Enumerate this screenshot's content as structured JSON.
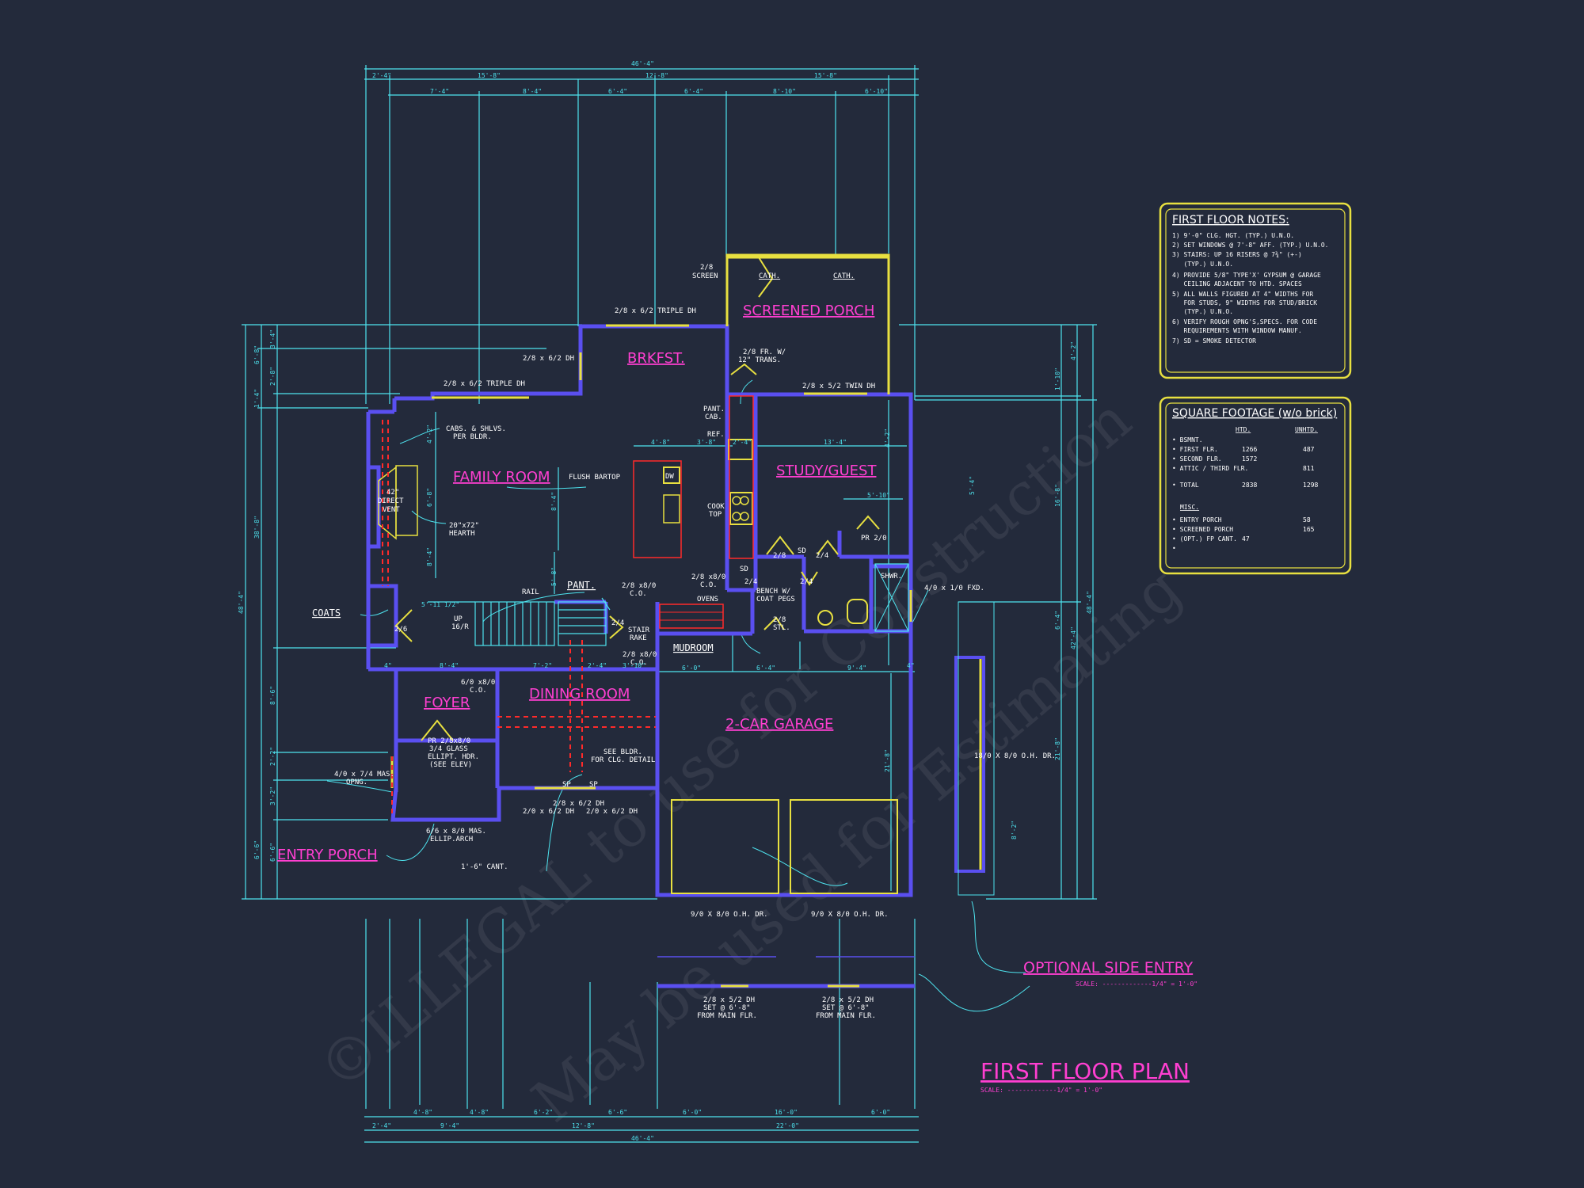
{
  "title": "FIRST FLOOR PLAN",
  "title_scale": "SCALE: -------------1/4\" = 1'-0\"",
  "side_entry": {
    "label": "OPTIONAL SIDE ENTRY",
    "scale": "SCALE: -------------1/4\" = 1'-0\""
  },
  "watermark": [
    "©ILLEGAL to use for Construction",
    "May be used for Estimating"
  ],
  "rooms": {
    "screened_porch": "SCREENED PORCH",
    "brkfst": "BRKFST.",
    "family_room": "FAMILY ROOM",
    "study_guest": "STUDY/GUEST",
    "foyer": "FOYER",
    "dining_room": "DINING ROOM",
    "garage": "2-CAR GARAGE",
    "entry_porch": "ENTRY PORCH",
    "mudroom": "MUDROOM",
    "pant": "PANT.",
    "coats": "COATS"
  },
  "labels": {
    "triple_dh_top": "2/8 x 6/2 TRIPLE DH",
    "dh_left": "2/8 x 6/2 DH",
    "triple_dh_left": "2/8 x 6/2 TRIPLE DH",
    "twin_dh": "2/8 x 5/2 TWIN DH",
    "screen": [
      "2/8",
      "SCREEN"
    ],
    "cath1": "CATH.",
    "cath2": "CATH.",
    "fr_trans": [
      "2/8 FR. W/",
      "12\" TRANS."
    ],
    "pant_cab": [
      "PANT.",
      "CAB."
    ],
    "ref": "REF.",
    "dw": "DW",
    "cook_top": [
      "COOK",
      "TOP"
    ],
    "flush_bartop": "FLUSH BARTOP",
    "cabs": [
      "CABS. & SHLVS.",
      "PER BLDR."
    ],
    "direct_vent": [
      "42\"",
      "DIRECT",
      "VENT"
    ],
    "hearth": [
      "20\"x72\"",
      "HEARTH"
    ],
    "rail": "RAIL",
    "up": [
      "UP",
      "16/R"
    ],
    "co_pant": [
      "2/8 x8/0",
      "C.O."
    ],
    "co_oven": [
      "2/8 x8/0",
      "C.O."
    ],
    "ovens": "OVENS",
    "stair_rake": [
      "STAIR",
      "RAKE"
    ],
    "co_stair": [
      "2/8 x8/0",
      "C.O."
    ],
    "bench": [
      "BENCH W/",
      "COAT PEGS"
    ],
    "stl": [
      "2/8",
      "STL."
    ],
    "d_24a": "2/4",
    "d_24b": "2/4",
    "d_24c": "2/4",
    "d_24d": "2/4",
    "d_28": "2/8",
    "d_26": "2/6",
    "sd": "SD",
    "sd2": "SD",
    "pr_20": "PR 2/0",
    "shwr": "SHWR.",
    "fxd": "4/0 x 1/0 FXD.",
    "co_foyer": [
      "6/0 x8/0",
      "C.O."
    ],
    "pr_door": [
      "PR 2/8x8/0",
      "3/4 GLASS",
      "ELLIPT. HDR.",
      "(SEE ELEV)"
    ],
    "mas_opng": [
      "4/0 x 7/4 MAS.",
      "OPNG."
    ],
    "ellip_arch": [
      "6/6 x 8/0 MAS.",
      "ELLIP.ARCH"
    ],
    "cant": "1'-6\" CANT.",
    "see_bldr": [
      "SEE BLDR.",
      "FOR CLG. DETAIL"
    ],
    "dh_dining": "2/8 x 6/2 DH",
    "dh_dining_l": "2/0 x 6/2 DH",
    "dh_dining_r": "2/0 x 6/2 DH",
    "sp1": "SP",
    "sp2": "SP",
    "ohdr1": "9/0 X 8/0 O.H. DR.",
    "ohdr2": "9/0 X 8/0 O.H. DR.",
    "ohdr_side": "18/0 X 8/0 O.H. DR.",
    "set_dh1": [
      "2/8 x 5/2 DH",
      "SET @ 6'-8\"",
      "FROM MAIN FLR."
    ],
    "set_dh2": [
      "2/8 x 5/2 DH",
      "SET @ 6'-8\"",
      "FROM MAIN FLR."
    ]
  },
  "dimensions": {
    "top_overall": "46'-4\"",
    "top_row2": [
      "2'-4\"",
      "15'-8\"",
      "12'-8\"",
      "15'-8\""
    ],
    "top_row3": [
      "7'-4\"",
      "8'-4\"",
      "6'-4\"",
      "6'-4\"",
      "8'-10\"",
      "6'-10\""
    ],
    "bottom_overall": "46'-4\"",
    "bottom_row2": [
      "2'-4\"",
      "9'-4\"",
      "12'-8\"",
      "22'-0\""
    ],
    "bottom_row3": [
      "4'-8\"",
      "4'-8\"",
      "6'-2\"",
      "6'-6\"",
      "6'-0\"",
      "16'-0\"",
      "6'-0\""
    ],
    "left_overall": "48'-4\"",
    "left_row2": [
      "6'-8\"",
      "38'-8\"",
      "6'-6\""
    ],
    "left_row3": [
      "3'-4\"",
      "2'-8\"",
      "1'-4\"",
      "8'-6\"",
      "2'-2\"",
      "3'-2\"",
      "6'-6\""
    ],
    "right_overall": "48'-4\"",
    "right_row2": [
      "4'-2\"",
      "42'-4\""
    ],
    "right_row3": [
      "1'-10\"",
      "16'-8\"",
      "6'-4\"",
      "21'-8\""
    ],
    "interior": {
      "k1": "4'-8\"",
      "k2": "3'-8\"",
      "k3": "2'-4\"",
      "k4": "13'-4\"",
      "stu": "5'-10\"",
      "fr1": "4'-2\"",
      "fr2": "4'-2\"",
      "fr3": "6'-8\"",
      "bar": "8'-4\"",
      "stair1": "5'-11 1/2\"",
      "st2": "5'-8\"",
      "st3": "5'-4\"",
      "r1": "8'-4\"",
      "r2": "7'-2\"",
      "r3": "2'-4\"",
      "r4": "3'-10\"",
      "r5": "6'-0\"",
      "r6": "6'-4\"",
      "r7": "9'-4\"",
      "w4": "4\"",
      "w4b": "4\"",
      "gar_v": "21'-8\"",
      "side_v": "8'-2\"",
      "s4": "8'-4\""
    }
  },
  "notes": {
    "title": "FIRST FLOOR NOTES:",
    "items": [
      "1) 9'-0\" CLG. HGT. (TYP.) U.N.O.",
      "2) SET WINDOWS @ 7'-8\" AFF. (TYP.) U.N.O.",
      "3) STAIRS: UP 16 RISERS @ 7¾\" (+-)",
      "   (TYP.) U.N.O.",
      "4) PROVIDE 5/8\" TYPE'X' GYPSUM @ GARAGE",
      "   CEILING ADJACENT TO HTD. SPACES",
      "5) ALL WALLS FIGURED AT 4\" WIDTHS FOR",
      "   FOR STUDS, 9\" WIDTHS FOR STUD/BRICK",
      "   (TYP.) U.N.O.",
      "6) VERIFY ROUGH OPNG'S,SPECS. FOR CODE",
      "   REQUIREMENTS WITH WINDOW MANUF.",
      "7) SD = SMOKE DETECTOR"
    ]
  },
  "square_footage": {
    "title": "SQUARE FOOTAGE (w/o brick)",
    "col_htd": "HTD.",
    "col_unhtd": "UNHTD.",
    "rows": [
      {
        "label": "• BSMNT.",
        "htd": "",
        "unhtd": ""
      },
      {
        "label": "• FIRST FLR.",
        "htd": "1266",
        "unhtd": "487"
      },
      {
        "label": "• SECOND FLR.",
        "htd": "1572",
        "unhtd": ""
      },
      {
        "label": "• ATTIC / THIRD FLR.",
        "htd": "",
        "unhtd": "811"
      },
      {
        "label": "• TOTAL",
        "htd": "2838",
        "unhtd": "1298"
      }
    ],
    "misc_title": "MISC.",
    "misc": [
      {
        "label": "• ENTRY PORCH",
        "htd": "",
        "unhtd": "58"
      },
      {
        "label": "• SCREENED PORCH",
        "htd": "",
        "unhtd": "165"
      },
      {
        "label": "• (OPT.) FP CANT.",
        "htd": "47",
        "unhtd": ""
      },
      {
        "label": "•",
        "htd": "",
        "unhtd": ""
      }
    ]
  },
  "colors": {
    "background": "#232a3b",
    "dimension": "#4ee3ee",
    "wall": "#5a4ff0",
    "room_label": "#ff3fd1",
    "window": "#e8e040",
    "notes_border": "#e8e040",
    "hidden": "#ff2a2a"
  }
}
